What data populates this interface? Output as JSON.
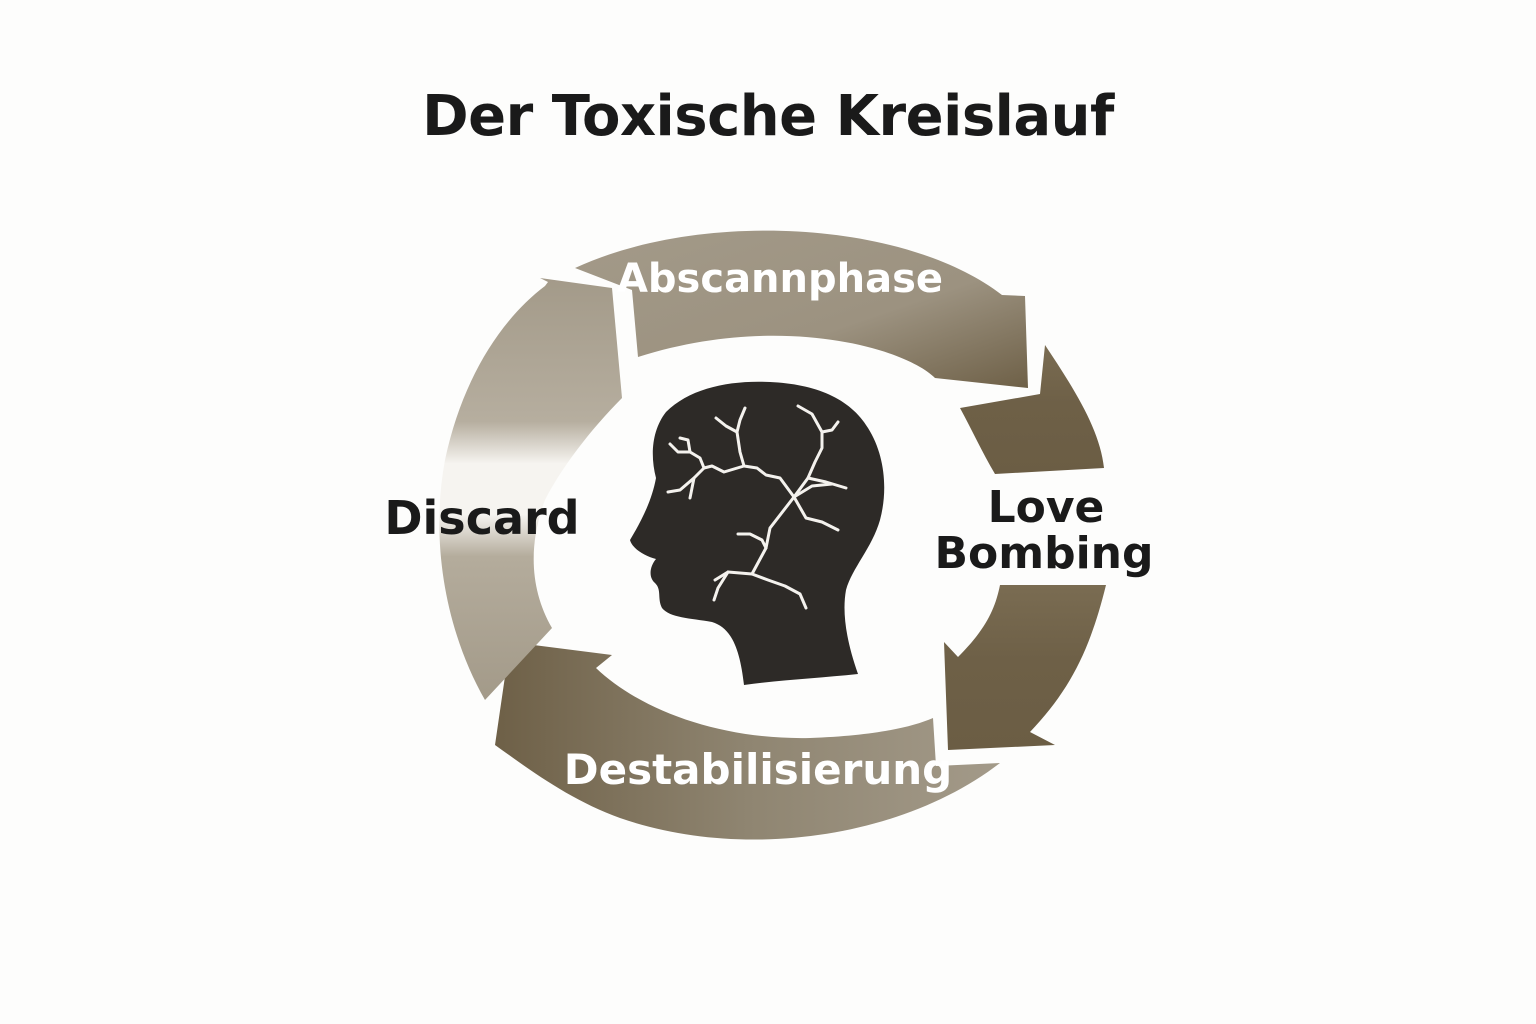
{
  "title": "Der Toxische Kreislauf",
  "phases": [
    {
      "label": "Abscannphase"
    },
    {
      "label": "Love",
      "label2": "Bombing"
    },
    {
      "label": "Destabilisierung"
    },
    {
      "label": "Discard"
    }
  ],
  "colors": {
    "arrow_light": "#a39a89",
    "arrow_dark": "#6e6047",
    "head": "#2d2a27",
    "cracks": "#f4f2ee",
    "text_dark": "#1a1a1a"
  },
  "icons": [
    "cycle-arrow-icon",
    "cracked-head-icon"
  ]
}
